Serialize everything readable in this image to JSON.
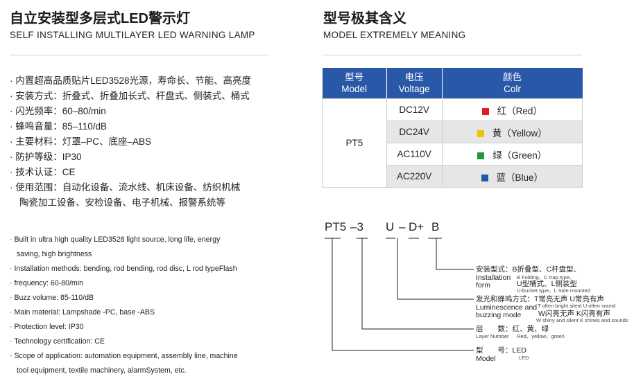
{
  "left": {
    "title_cn": "自立安装型多层式LED警示灯",
    "title_en": "SELF INSTALLING MULTILAYER LED WARNING LAMP",
    "cn_features": [
      "· 内置超高品质贴片LED3528光源，寿命长、节能、高亮度",
      "· 安装方式：折叠式、折叠加长式、杆盘式、侧装式、桶式",
      "· 闪光频率：60–80/min",
      "· 蜂鸣音量：85–110/dB",
      "· 主要材料：灯罩–PC、底座–ABS",
      "· 防护等级：IP30",
      "· 技术认证：CE",
      "· 使用范围：自动化设备、流水线、机床设备、纺织机械",
      "陶瓷加工设备、安检设备、电子机械、报警系统等"
    ],
    "en_features": [
      "· Built in ultra high quality LED3528 light source, long life, energy",
      "saving, high brightness",
      "· Installation methods: bending, rod bending, rod disc, L rod typeFlash",
      "· frequency: 60-80/min",
      "· Buzz volume: 85-110/dB",
      "· Main material: Lampshade -PC, base -ABS",
      "· Protection level: IP30",
      "· Technology certification: CE",
      "· Scope of application: automation equipment, assembly line, machine",
      "tool equipment, textile machinery, alarmSystem, etc."
    ]
  },
  "right": {
    "title_cn": "型号极其含义",
    "title_en": "MODEL EXTREMELY MEANING",
    "table": {
      "headers": [
        {
          "cn": "型号",
          "en": "Model"
        },
        {
          "cn": "电压",
          "en": "Voltage"
        },
        {
          "cn": "颜色",
          "en": "Colr"
        }
      ],
      "model": "PT5",
      "rows": [
        {
          "voltage": "DC12V",
          "color_label": "红（Red）",
          "swatch": "#e02020"
        },
        {
          "voltage": "DC24V",
          "color_label": "黄（Yellow）",
          "swatch": "#f2c200"
        },
        {
          "voltage": "AC110V",
          "color_label": "绿（Green）",
          "swatch": "#1f9a3a"
        },
        {
          "voltage": "AC220V",
          "color_label": "蓝（Blue）",
          "swatch": "#1f5aa8"
        }
      ]
    },
    "model_code": {
      "p1": "PT5",
      "p2": "–3",
      "p3": "U",
      "p4": "–",
      "p5": "D+",
      "p6": "B"
    },
    "legend": {
      "mount": {
        "cn": "安装型式：B折叠型、C杆盘型、",
        "en1": "Installation",
        "sub1": "B Folding、C trap type、",
        "en2": "form",
        "cn2": "U型桶式、L侧装型",
        "sub2": "U-bucket type、L Side mounted"
      },
      "sound": {
        "cn": "发光和蜂鸣方式：T常亮无声 U常亮有声",
        "en1": "Luminescence and",
        "sub1": "T often bright silent  U often sound",
        "en2": "buzzing mode",
        "cn2": "W闪亮无声 K闪亮有声",
        "sub2": "W shiny and silent  K shines and sounds"
      },
      "layer": {
        "cn": "层　　数：红、黄、绿",
        "en": "Layer Number",
        "sub": "Red、yellow、green"
      },
      "model": {
        "cn": "型　　号：LED",
        "en": "Model",
        "sub": "LED"
      }
    }
  }
}
